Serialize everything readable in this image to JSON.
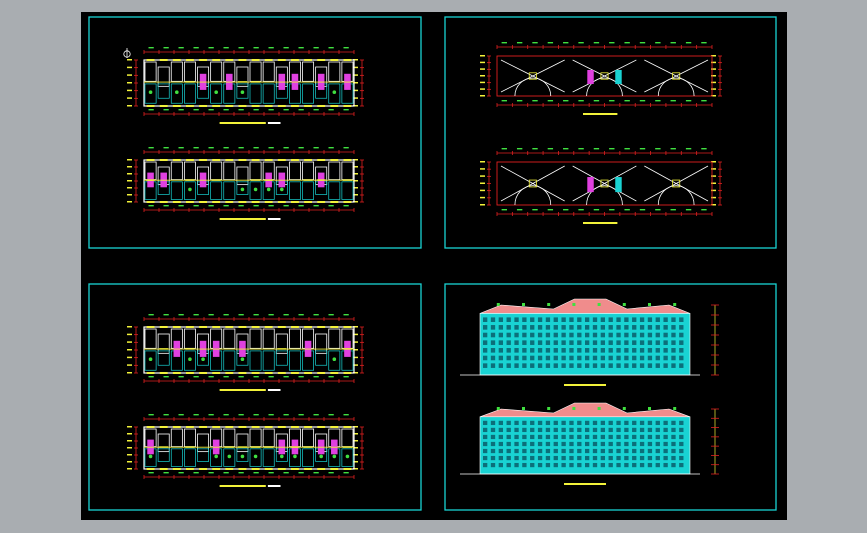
{
  "viewer": {
    "background_color": "#a9adb1",
    "canvas_color": "#000000"
  },
  "sheets": [
    {
      "id": "floor-plans-upper",
      "kind": "plan-pair",
      "frame_color": "#19d3d3",
      "drawings": [
        {
          "type": "floor-plan",
          "style": "colored",
          "has_north_arrow": true
        },
        {
          "type": "floor-plan",
          "style": "colored"
        }
      ]
    },
    {
      "id": "roof-plans",
      "kind": "roof-pair",
      "frame_color": "#19d3d3",
      "drawings": [
        {
          "type": "roof-plan"
        },
        {
          "type": "roof-plan"
        }
      ]
    },
    {
      "id": "floor-plans-lower",
      "kind": "plan-pair",
      "frame_color": "#19d3d3",
      "drawings": [
        {
          "type": "floor-plan",
          "style": "colored"
        },
        {
          "type": "floor-plan",
          "style": "colored"
        }
      ]
    },
    {
      "id": "elevations",
      "kind": "elevation-pair",
      "frame_color": "#19d3d3",
      "drawings": [
        {
          "type": "elevation",
          "roof_color": "#f08c8c",
          "facade_color": "#19d3d3"
        },
        {
          "type": "elevation",
          "roof_color": "#f08c8c",
          "facade_color": "#19d3d3"
        }
      ]
    }
  ],
  "palette": {
    "frame": "#19d3d3",
    "dimension": "#e02020",
    "wall": "#ffffff",
    "accent_yellow": "#f2f23a",
    "accent_magenta": "#e040e0",
    "accent_green": "#40e040",
    "accent_cyan": "#19d3d3",
    "roof": "#f08c8c"
  }
}
